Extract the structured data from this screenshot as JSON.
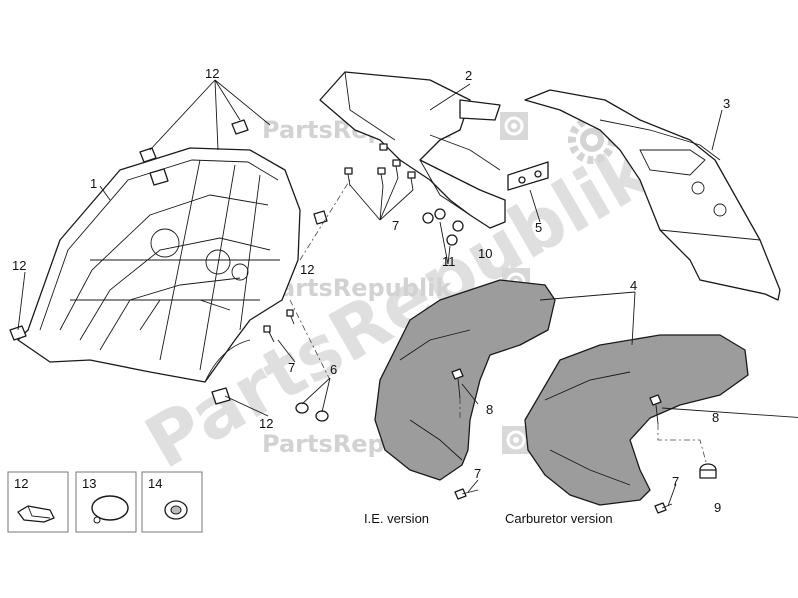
{
  "watermark": {
    "brand": "PartsRepublik",
    "gear_icon": "gear-icon"
  },
  "callouts": {
    "c1": "1",
    "c2": "2",
    "c3": "3",
    "c4": "4",
    "c5": "5",
    "c6": "6",
    "c7a": "7",
    "c7b": "7",
    "c7c": "7",
    "c7d": "7",
    "c8a": "8",
    "c8b": "8",
    "c9": "9",
    "c10": "10",
    "c11": "11",
    "c12a": "12",
    "c12b": "12",
    "c12c": "12",
    "c12d": "12"
  },
  "captions": {
    "ie": "I.E. version",
    "carb": "Carburetor version"
  },
  "legend": {
    "box12": "12",
    "box13": "13",
    "box14": "14"
  },
  "colors": {
    "grey_part": "#9c9c9c",
    "watermark": "#d2d2d2"
  }
}
